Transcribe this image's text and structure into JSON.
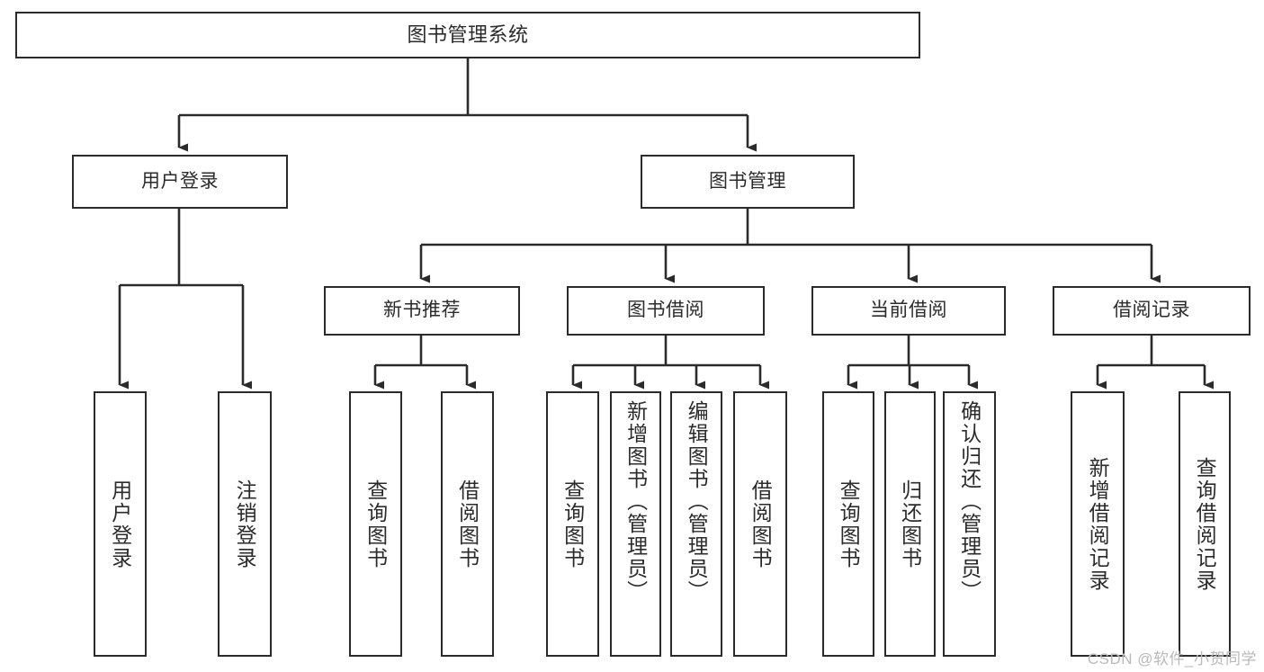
{
  "diagram": {
    "title": "图书管理系统",
    "type": "hierarchy-tree",
    "watermark": "CSDN @软件_小贺同学",
    "colors": {
      "stroke": "#2b2b2b",
      "fill": "#ffffff",
      "text": "#2b2b2b",
      "watermark": "#b9b9b9"
    },
    "nodes": {
      "root": {
        "label": "图书管理系统",
        "level": 1
      },
      "l2": [
        {
          "label": "用户登录",
          "level": 2
        },
        {
          "label": "图书管理",
          "level": 2
        }
      ],
      "l3": [
        {
          "label": "新书推荐",
          "level": 3
        },
        {
          "label": "图书借阅",
          "level": 3
        },
        {
          "label": "当前借阅",
          "level": 3
        },
        {
          "label": "借阅记录",
          "level": 3
        }
      ],
      "leaves": {
        "user_login": [
          {
            "label": "用户登录"
          },
          {
            "label": "注销登录"
          }
        ],
        "new_book_recommend": [
          {
            "label": "查询图书"
          },
          {
            "label": "借阅图书"
          }
        ],
        "book_borrow": [
          {
            "label": "查询图书"
          },
          {
            "label": "新增图书（管理员）"
          },
          {
            "label": "编辑图书（管理员）"
          },
          {
            "label": "借阅图书"
          }
        ],
        "current_borrow": [
          {
            "label": "查询图书"
          },
          {
            "label": "归还图书"
          },
          {
            "label": "确认归还（管理员）"
          }
        ],
        "borrow_record": [
          {
            "label": "新增借阅记录"
          },
          {
            "label": "查询借阅记录"
          }
        ]
      }
    }
  }
}
